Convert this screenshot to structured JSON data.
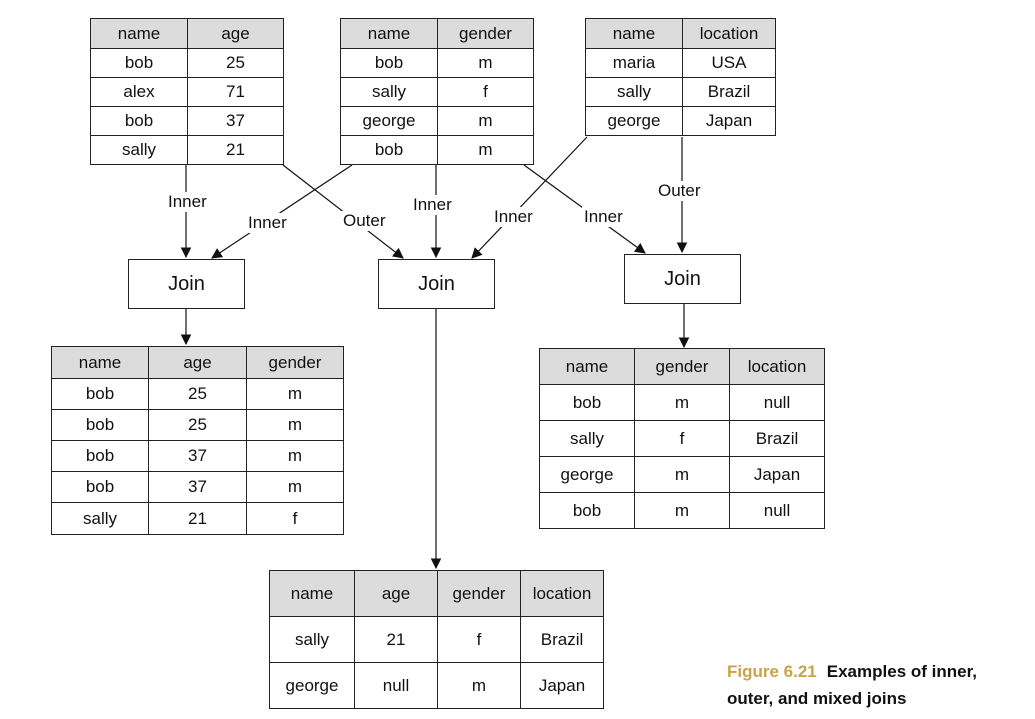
{
  "tables": {
    "t1": {
      "headers": [
        "name",
        "age"
      ],
      "rows": [
        [
          "bob",
          "25"
        ],
        [
          "alex",
          "71"
        ],
        [
          "bob",
          "37"
        ],
        [
          "sally",
          "21"
        ]
      ]
    },
    "t2": {
      "headers": [
        "name",
        "gender"
      ],
      "rows": [
        [
          "bob",
          "m"
        ],
        [
          "sally",
          "f"
        ],
        [
          "george",
          "m"
        ],
        [
          "bob",
          "m"
        ]
      ]
    },
    "t3": {
      "headers": [
        "name",
        "location"
      ],
      "rows": [
        [
          "maria",
          "USA"
        ],
        [
          "sally",
          "Brazil"
        ],
        [
          "george",
          "Japan"
        ]
      ]
    },
    "r1": {
      "headers": [
        "name",
        "age",
        "gender"
      ],
      "rows": [
        [
          "bob",
          "25",
          "m"
        ],
        [
          "bob",
          "25",
          "m"
        ],
        [
          "bob",
          "37",
          "m"
        ],
        [
          "bob",
          "37",
          "m"
        ],
        [
          "sally",
          "21",
          "f"
        ]
      ]
    },
    "r2": {
      "headers": [
        "name",
        "age",
        "gender",
        "location"
      ],
      "rows": [
        [
          "sally",
          "21",
          "f",
          "Brazil"
        ],
        [
          "george",
          "null",
          "m",
          "Japan"
        ]
      ]
    },
    "r3": {
      "headers": [
        "name",
        "gender",
        "location"
      ],
      "rows": [
        [
          "bob",
          "m",
          "null"
        ],
        [
          "sally",
          "f",
          "Brazil"
        ],
        [
          "george",
          "m",
          "Japan"
        ],
        [
          "bob",
          "m",
          "null"
        ]
      ]
    }
  },
  "joins": {
    "left": "Join",
    "mid": "Join",
    "right": "Join"
  },
  "edges": {
    "t1_left": "Inner",
    "t2_left": "Inner",
    "t1_mid": "Outer",
    "t2_mid": "Inner",
    "t3_mid": "Inner",
    "t2_right": "Inner",
    "t3_right": "Outer"
  },
  "caption": {
    "number": "Figure 6.21",
    "text_line1": "Examples of inner,",
    "text_line2": "outer, and mixed joins"
  }
}
